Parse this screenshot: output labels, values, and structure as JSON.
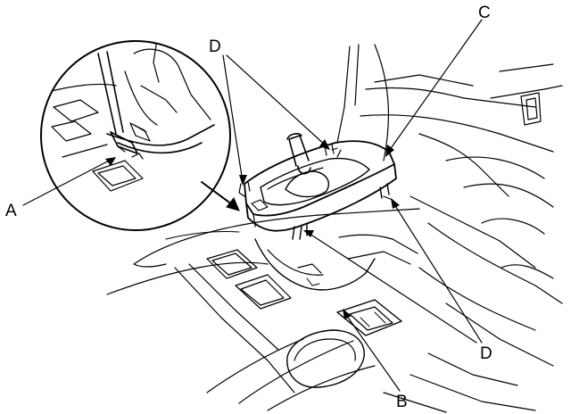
{
  "callouts": {
    "a": "A",
    "b": "B",
    "c": "C",
    "d_top": "D",
    "d_bottom": "D"
  }
}
